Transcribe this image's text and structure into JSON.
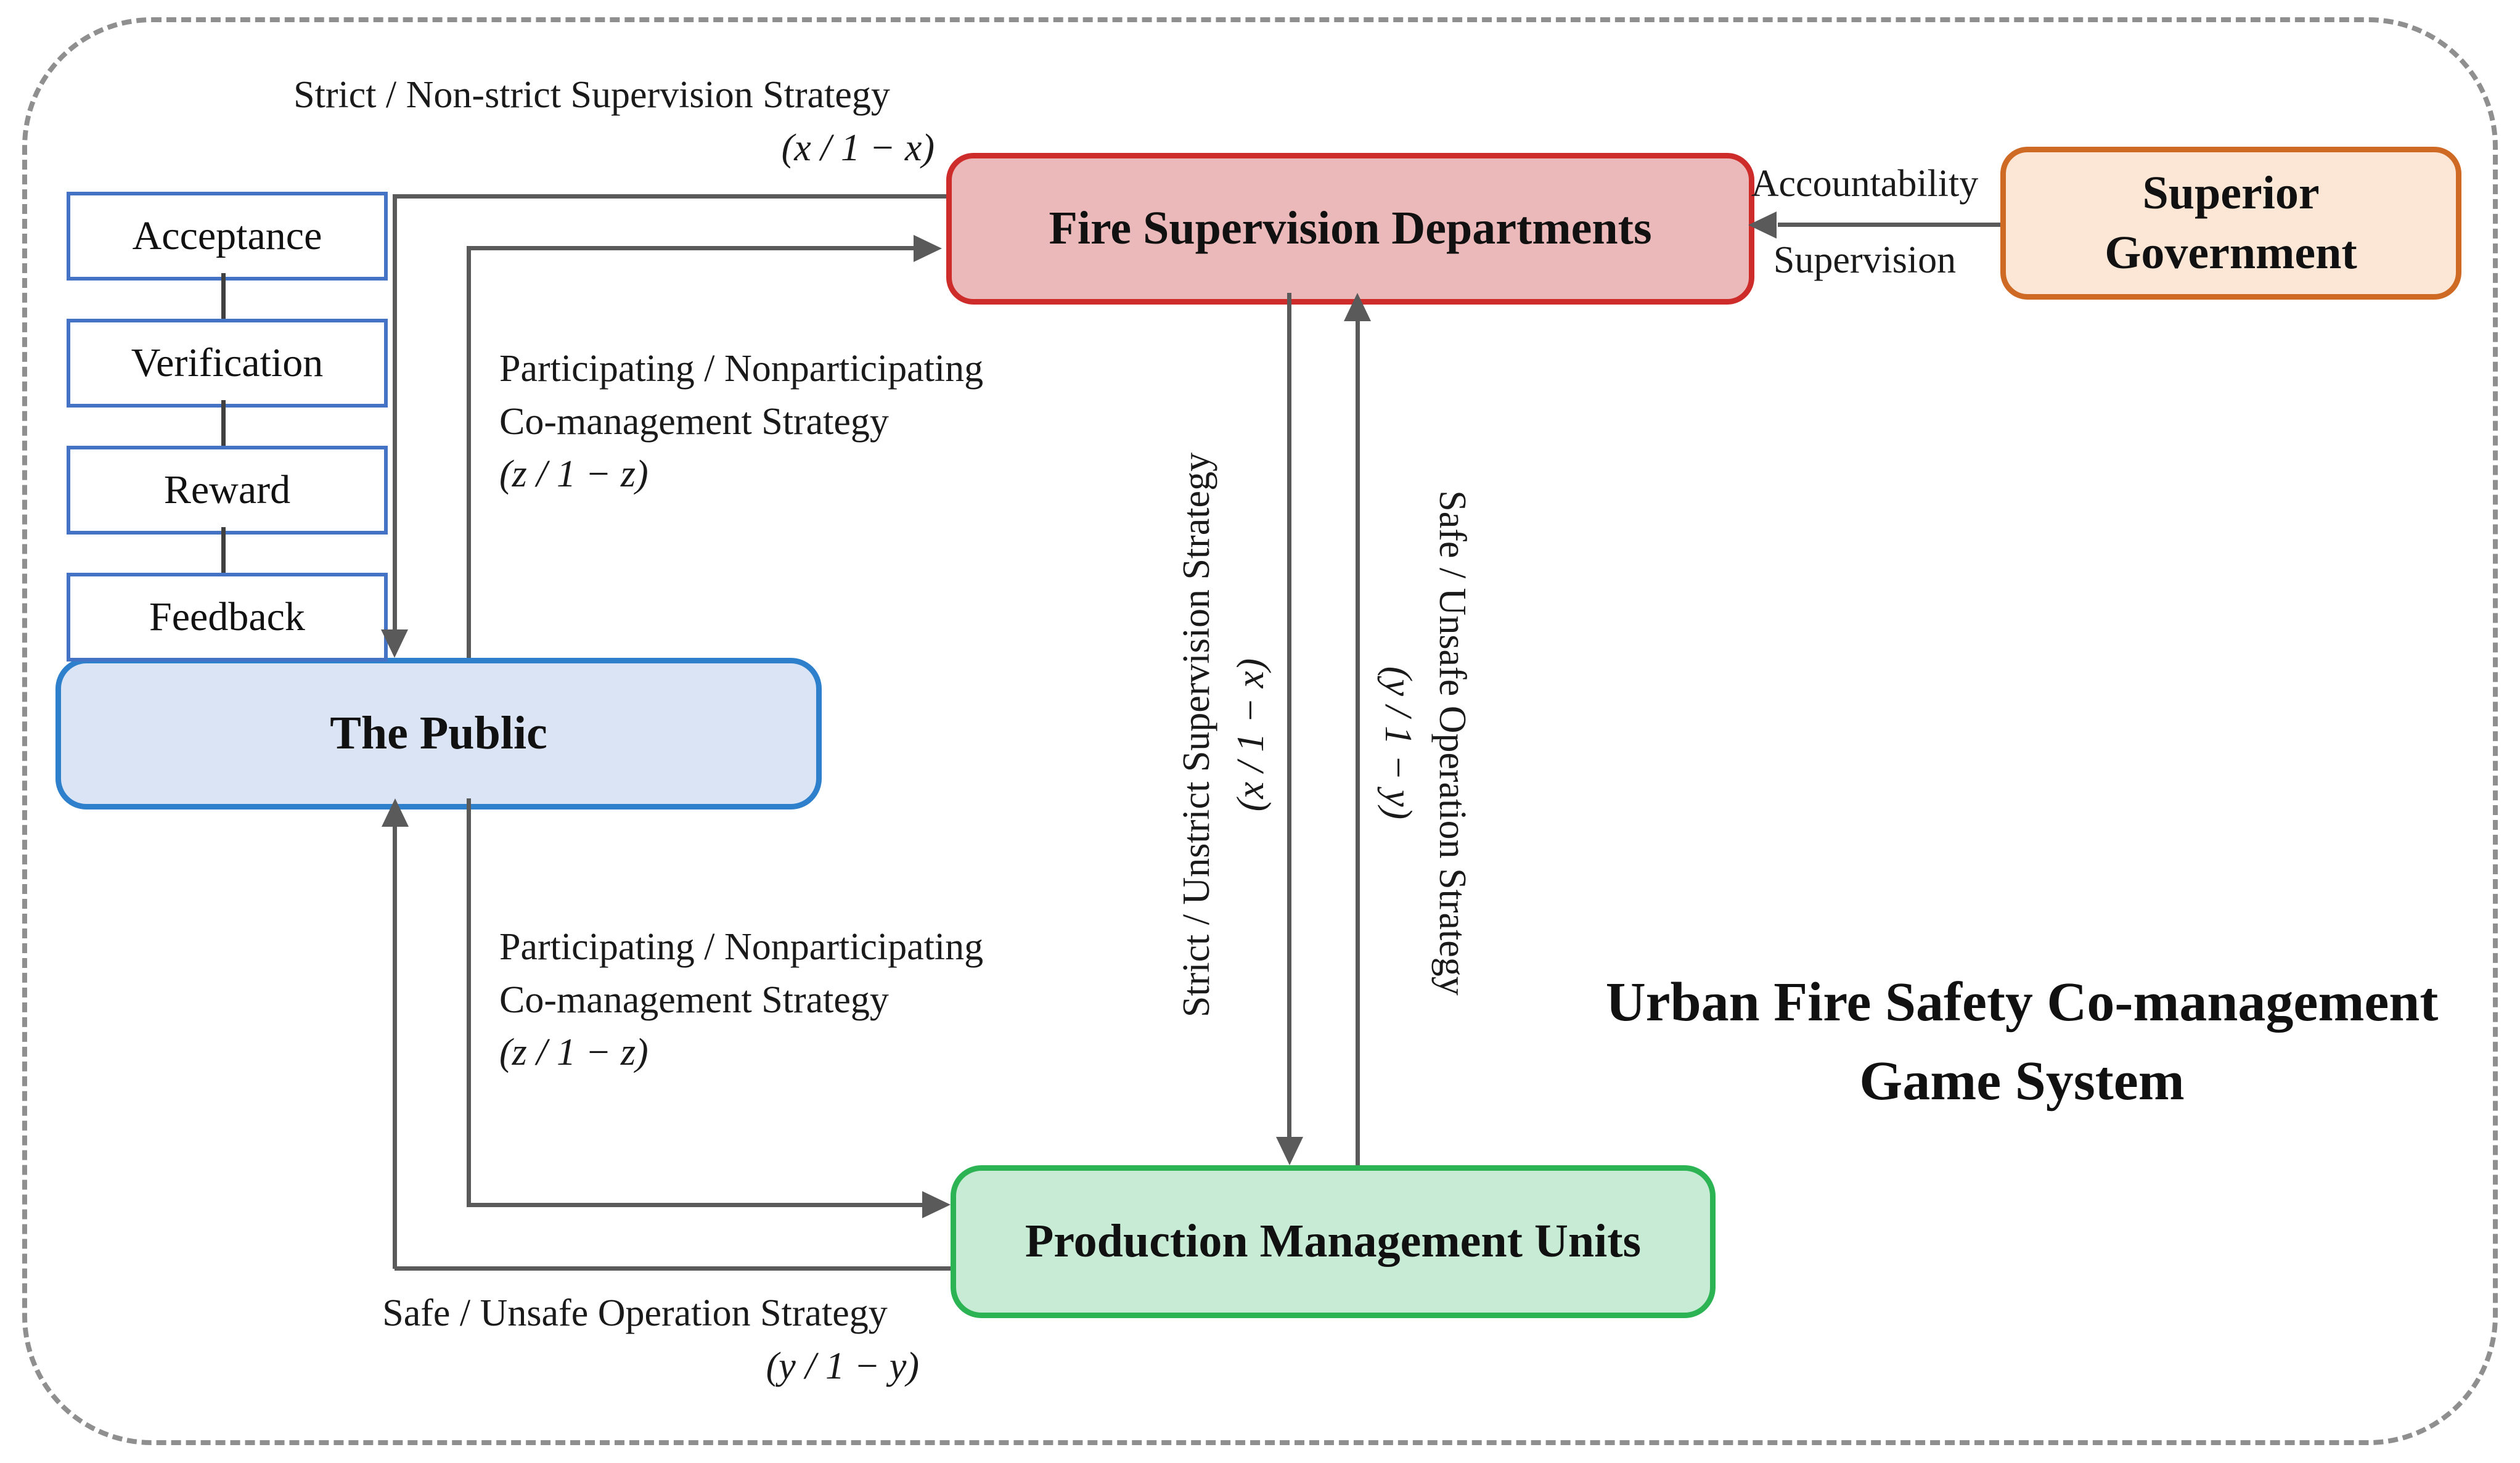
{
  "title": {
    "line1": "Urban Fire Safety Co-management",
    "line2": "Game System"
  },
  "nodes": {
    "fire": {
      "label": "Fire Supervision Departments"
    },
    "superior": {
      "line1": "Superior",
      "line2": "Government"
    },
    "public": {
      "label": "The Public"
    },
    "production": {
      "label": "Production Management Units"
    }
  },
  "process_chain": [
    {
      "label": "Acceptance"
    },
    {
      "label": "Verification"
    },
    {
      "label": "Reward"
    },
    {
      "label": "Feedback"
    }
  ],
  "edge_labels": {
    "strict_nonstrict_top": {
      "text": "Strict / Non-strict Supervision Strategy",
      "formula": "(x / 1 − x)"
    },
    "participating_top": {
      "line1": "Participating / Nonparticipating",
      "line2": "Co-management Strategy",
      "formula": "(z / 1 − z)"
    },
    "participating_bottom": {
      "line1": "Participating / Nonparticipating",
      "line2": "Co-management Strategy",
      "formula": "(z / 1 − z)"
    },
    "safe_unsafe_bottom": {
      "text": "Safe / Unsafe Operation Strategy",
      "formula": "(y / 1 − y)"
    },
    "strict_unstrict_vertical": {
      "text": "Strict / Unstrict Supervision Strategy",
      "formula": "(x / 1 − x)"
    },
    "safe_unsafe_vertical": {
      "text": "Safe / Unsafe Operation Strategy",
      "formula": "(y / 1 − y)"
    },
    "accountability": "Accountability",
    "supervision": "Supervision"
  },
  "colors": {
    "fire_fill": "#EBB9B9",
    "fire_border": "#CE2B2B",
    "superior_fill": "#FCE6D5",
    "superior_border": "#CE6A24",
    "public_fill": "#DAE4F4",
    "public_border": "#2E80CC",
    "production_fill": "#C7EBD4",
    "production_border": "#2CB454",
    "process_box_border": "#4472C4",
    "connector_line": "#5A5A5A",
    "boundary_dash": "#8F8F8F"
  }
}
